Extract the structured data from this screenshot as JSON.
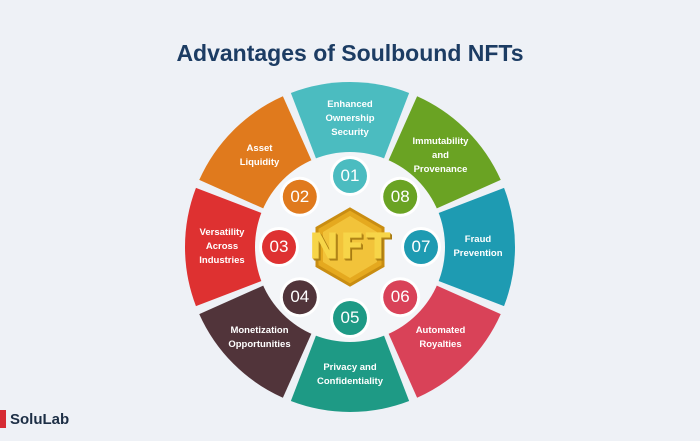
{
  "title": "Advantages of Soulbound NFTs",
  "center_text": "NFT",
  "logo_text": "SoluLab",
  "items": [
    {
      "num": "01",
      "label": "Enhanced\nOwnership\nSecurity",
      "color": "#4bbcc0"
    },
    {
      "num": "08",
      "label": "Immutability\nand\nProvenance",
      "color": "#6aa323"
    },
    {
      "num": "07",
      "label": "Fraud\nPrevention",
      "color": "#1e9bb2"
    },
    {
      "num": "06",
      "label": "Automated\nRoyalties",
      "color": "#d94258"
    },
    {
      "num": "05",
      "label": "Privacy and\nConfidentiality",
      "color": "#1e9a85"
    },
    {
      "num": "04",
      "label": "Monetization\nOpportunities",
      "color": "#51343a"
    },
    {
      "num": "03",
      "label": "Versatility\nAcross\nIndustries",
      "color": "#de3131"
    },
    {
      "num": "02",
      "label": "Asset\nLiquidity",
      "color": "#e07a1d"
    }
  ],
  "colors": {
    "title": "#1c3c63",
    "background": "#eef1f6",
    "hub": "#f3f5f8"
  }
}
